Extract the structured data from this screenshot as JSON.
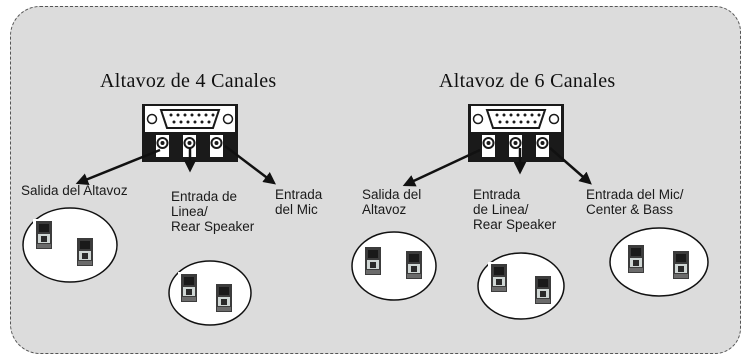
{
  "left": {
    "title": "Altavoz de 4 Canales",
    "labels": {
      "speaker_out": "Salida del Altavoz",
      "line_in": "Entrada de\nLinea/\nRear Speaker",
      "mic_in": "Entrada\ndel Mic"
    }
  },
  "right": {
    "title": "Altavoz de 6 Canales",
    "labels": {
      "speaker_out": "Salida del\nAltavoz",
      "line_in": "Entrada\nde Linea/\nRear Speaker",
      "mic_in": "Entrada del Mic/\nCenter & Bass"
    }
  },
  "colors": {
    "background": "#dcdcdc",
    "connector": "#1a1a1a",
    "jack_fill": "#6e8a84"
  },
  "icons": [
    "d-sub-connector-icon",
    "audio-jack-icon",
    "arrow-icon",
    "audio-plug-icon"
  ]
}
